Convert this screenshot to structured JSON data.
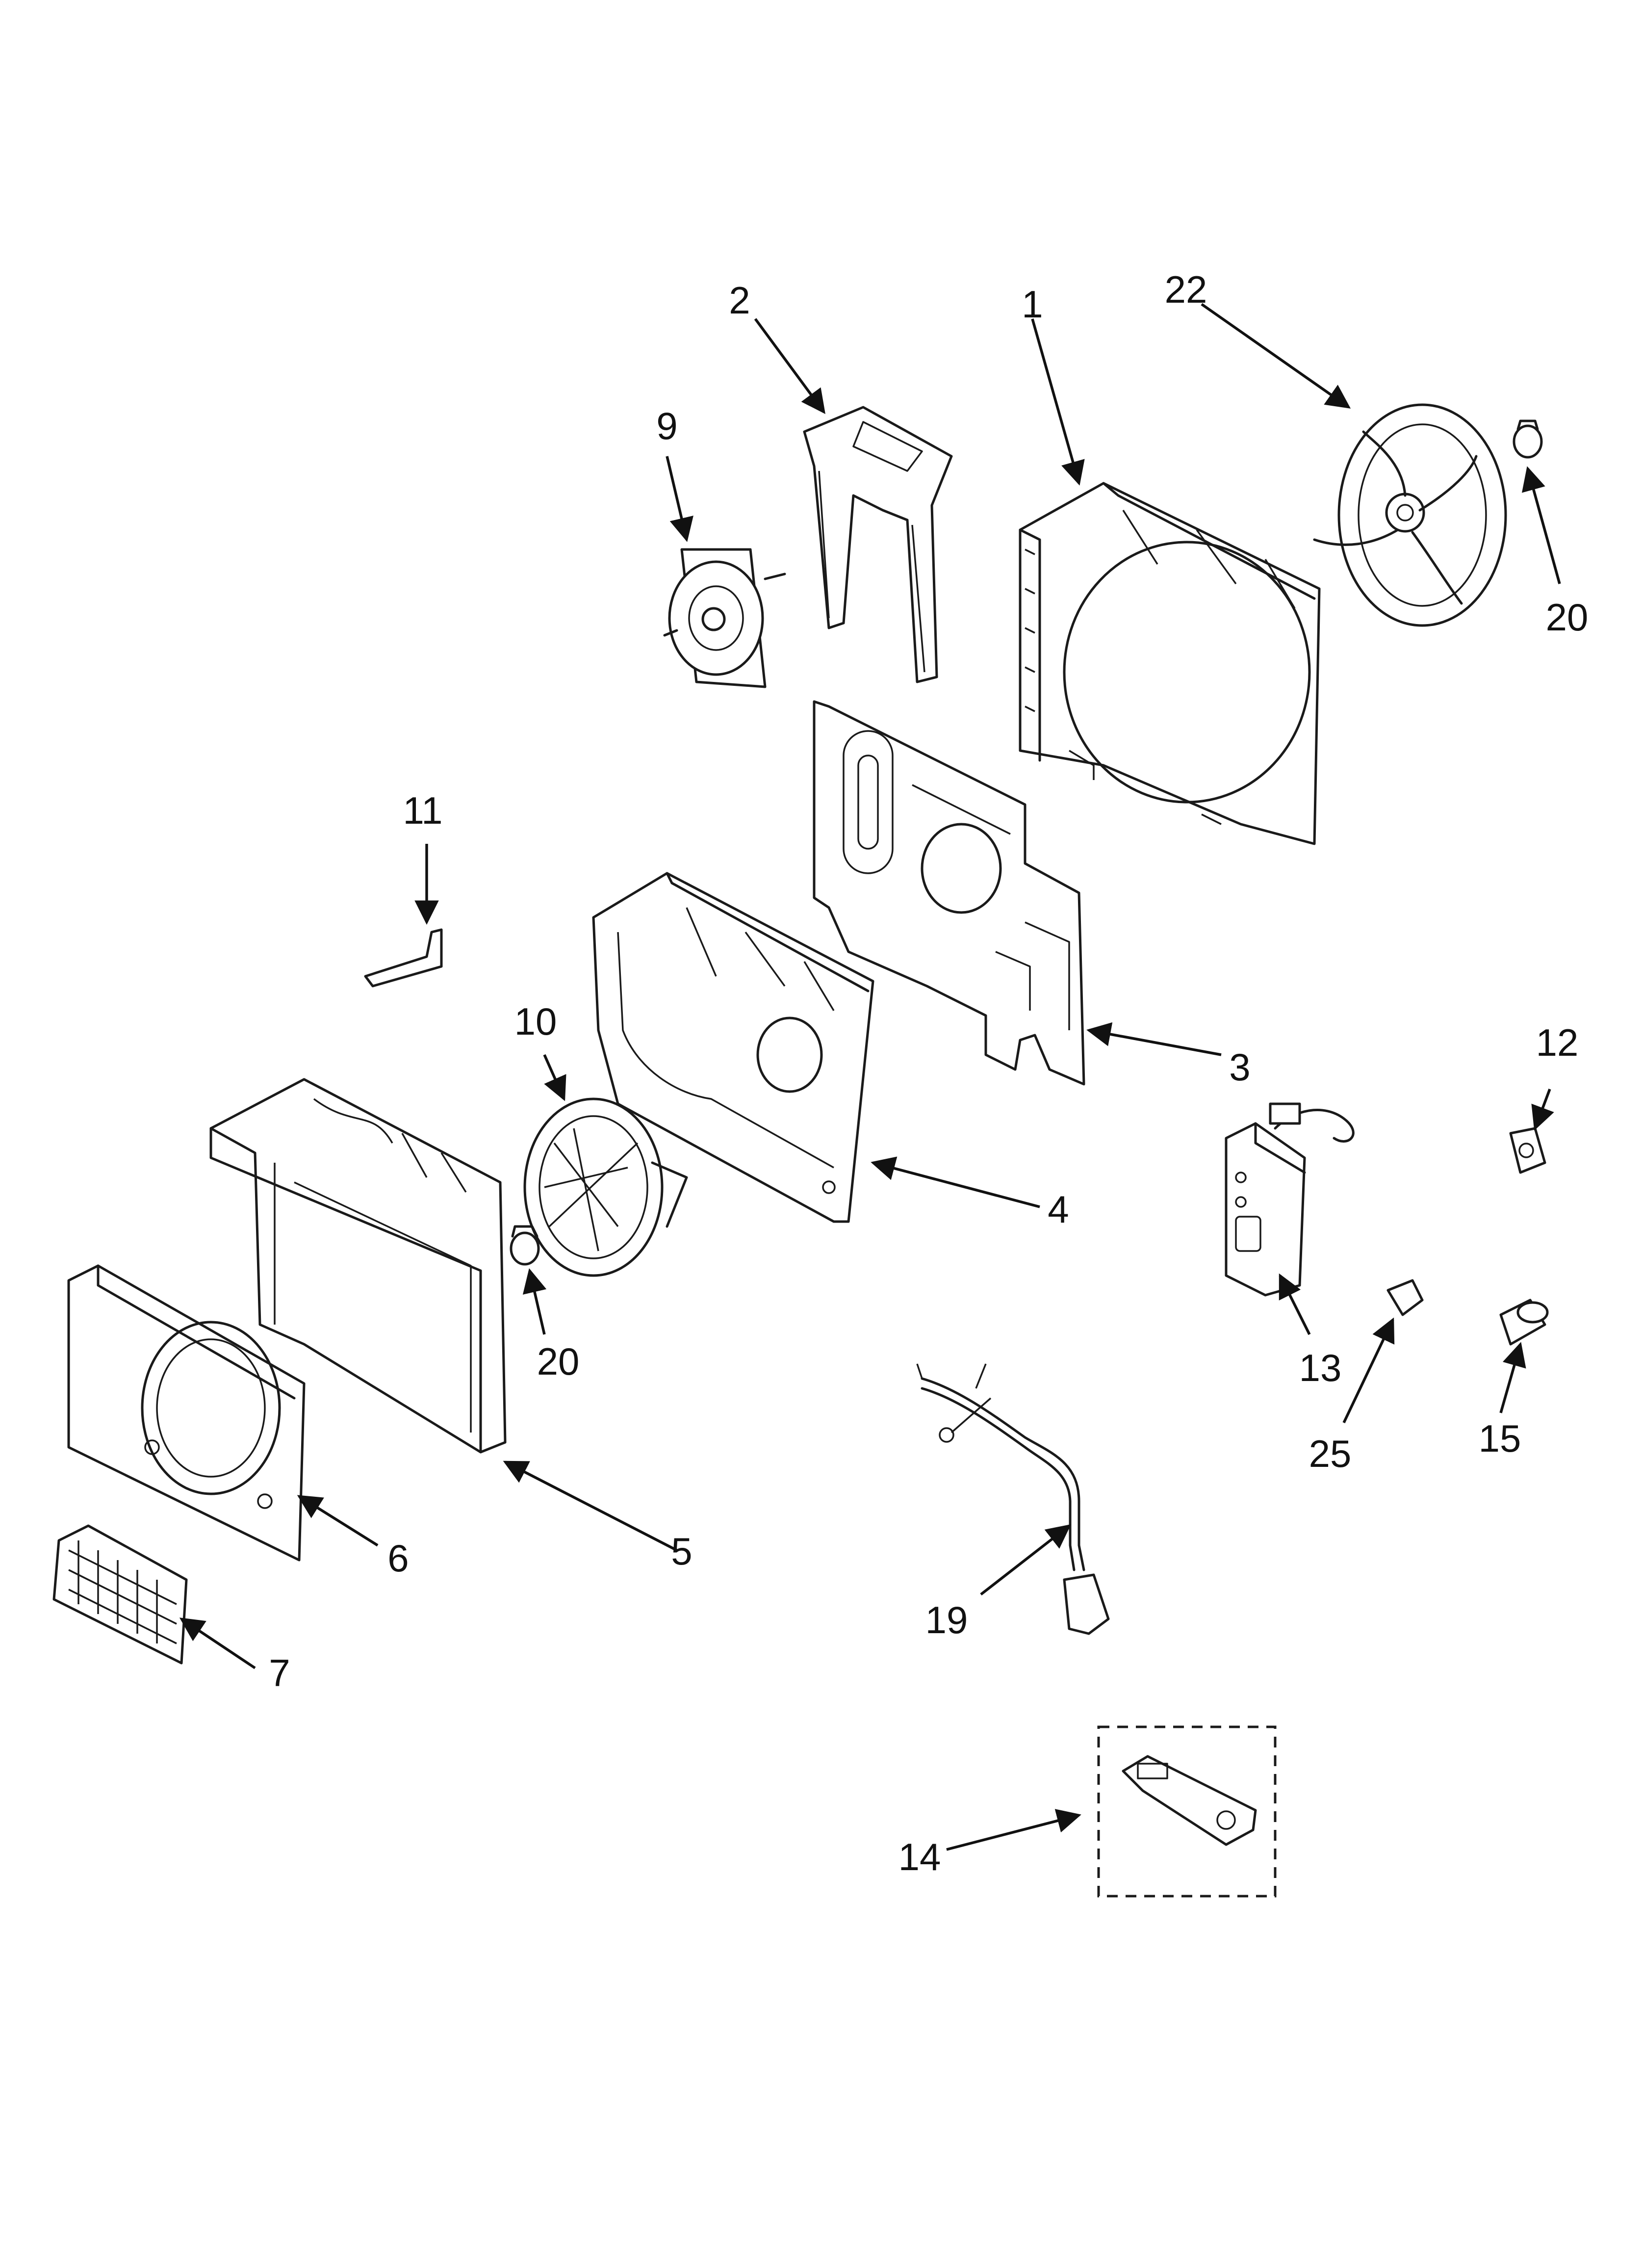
{
  "labels": [
    {
      "id": "1",
      "text": "1"
    },
    {
      "id": "2",
      "text": "2"
    },
    {
      "id": "3",
      "text": "3"
    },
    {
      "id": "4",
      "text": "4"
    },
    {
      "id": "5",
      "text": "5"
    },
    {
      "id": "6",
      "text": "6"
    },
    {
      "id": "7",
      "text": "7"
    },
    {
      "id": "9",
      "text": "9"
    },
    {
      "id": "10",
      "text": "10"
    },
    {
      "id": "11",
      "text": "11"
    },
    {
      "id": "12",
      "text": "12"
    },
    {
      "id": "13",
      "text": "13"
    },
    {
      "id": "14",
      "text": "14"
    },
    {
      "id": "15",
      "text": "15"
    },
    {
      "id": "19",
      "text": "19"
    },
    {
      "id": "20a",
      "text": "20"
    },
    {
      "id": "20b",
      "text": "20"
    },
    {
      "id": "22",
      "text": "22"
    },
    {
      "id": "25",
      "text": "25"
    }
  ]
}
